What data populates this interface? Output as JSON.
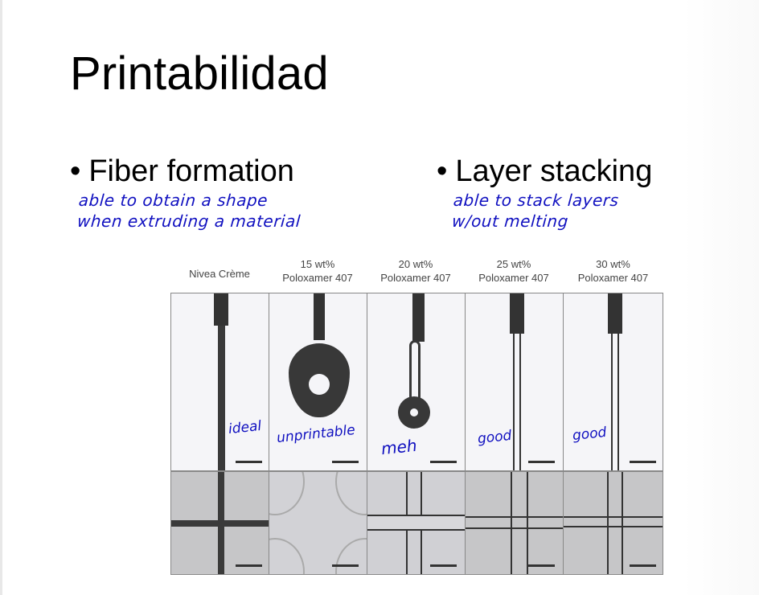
{
  "slide": {
    "title": "Printabilidad",
    "bullets": [
      {
        "text": "Fiber formation",
        "annotation_lines": [
          "able to obtain a shape",
          "when extruding a material"
        ]
      },
      {
        "text": "Layer stacking",
        "annotation_lines": [
          "able to stack layers",
          "w/out melting"
        ]
      }
    ],
    "bullet_symbol": "•"
  },
  "figure": {
    "columns": [
      {
        "header_line1": "Nivea Crème",
        "header_line2": "",
        "annotation": "ideal"
      },
      {
        "header_line1": "15 wt%",
        "header_line2": "Poloxamer 407",
        "annotation": "unprintable"
      },
      {
        "header_line1": "20 wt%",
        "header_line2": "Poloxamer 407",
        "annotation": "meh"
      },
      {
        "header_line1": "25 wt%",
        "header_line2": "Poloxamer 407",
        "annotation": "good"
      },
      {
        "header_line1": "30 wt%",
        "header_line2": "Poloxamer 407",
        "annotation": "good"
      }
    ],
    "rows": [
      "fiber-formation",
      "layer-stacking"
    ]
  },
  "colors": {
    "annotation_ink": "#1010c0",
    "text": "#000000",
    "panel_border": "#888888"
  }
}
